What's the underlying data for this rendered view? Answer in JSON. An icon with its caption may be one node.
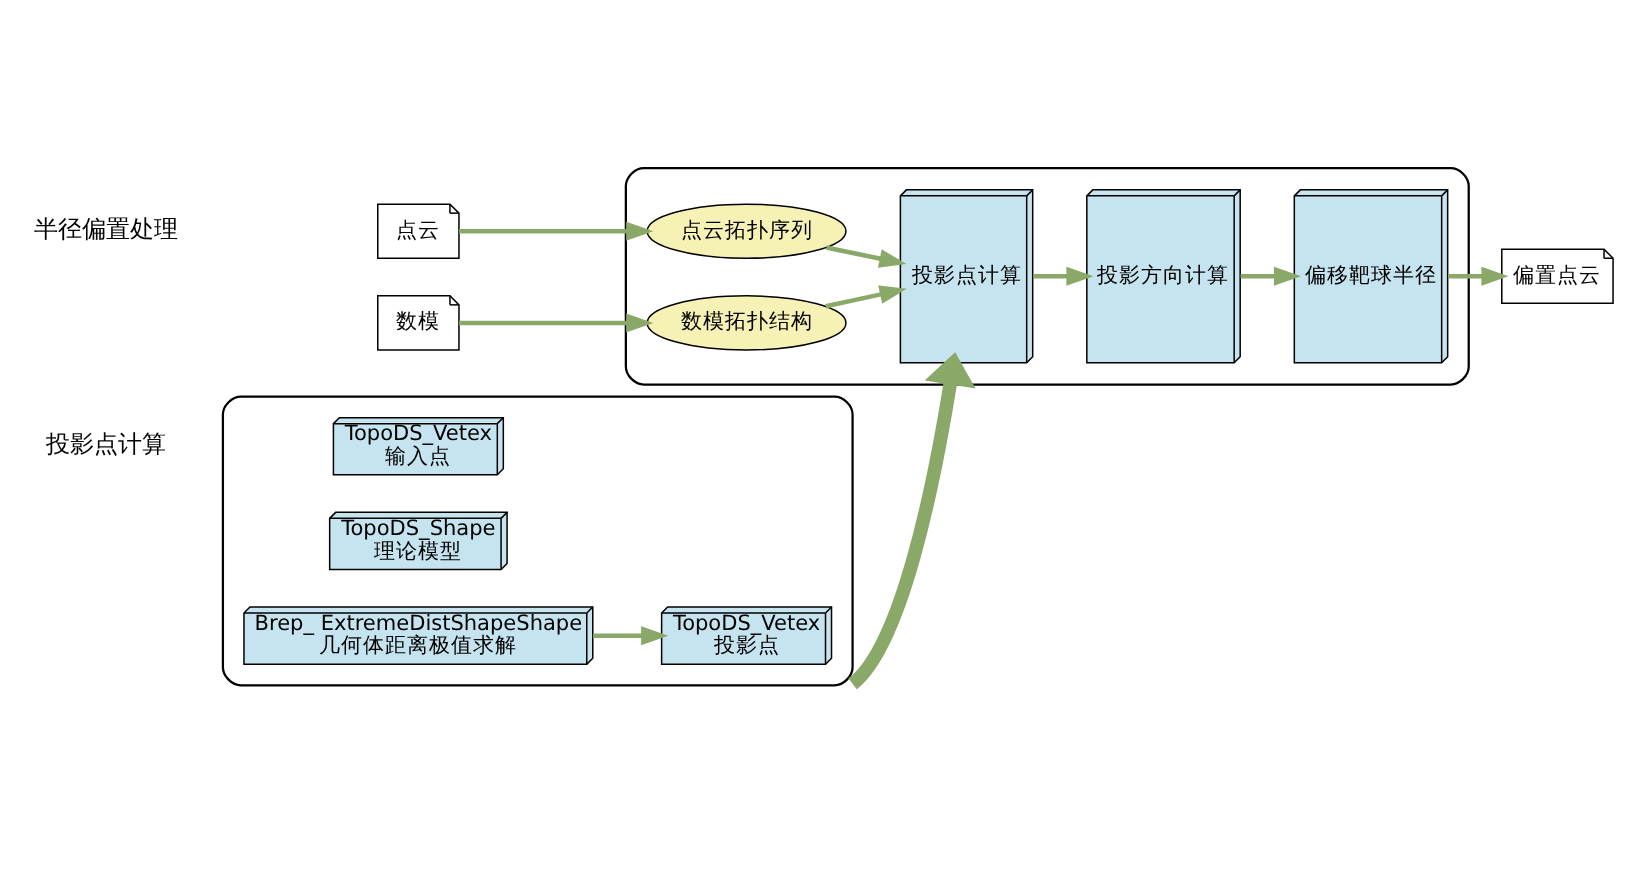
{
  "diagram": {
    "nodes": [
      {
        "text": [],
        "shape": "box"
      },
      {
        "text": [
          "TopoDS_Vetex",
          "输入点"
        ],
        "in": 0
      },
      {
        "text": [
          "TopoDS_Shape",
          "理论模型"
        ],
        "in": 0
      },
      {
        "text": [
          "Brep_ ExtremeDistShapeShape",
          "几何体距离极值求解"
        ],
        "in": 0
      },
      {
        "text": [
          "TopoDS_Vetex",
          "投影点"
        ],
        "in": 0
      },
      {
        "text": [],
        "shape": "box"
      },
      {
        "text": [
          "点云"
        ]
      },
      {
        "text": [
          "数模"
        ]
      },
      {
        "text": [
          "点云拓扑序列"
        ],
        "in": 5
      },
      {
        "text": [
          "数模拓扑结构"
        ],
        "in": 5
      },
      {
        "text": [
          "投影点计算"
        ],
        "in": 5
      },
      {
        "text": [
          "投影方向计算"
        ],
        "in": 5
      },
      {
        "text": [
          "偏移靶球半径"
        ],
        "in": 5
      },
      {
        "text": [
          "偏置点云"
        ]
      }
    ],
    "edges": [
      {
        "from": 3,
        "to": 4,
        "arrow": "to"
      },
      {
        "from": 0,
        "to": 10,
        "arrow": "to",
        "style": "thick"
      },
      {
        "from": 6,
        "to": 8,
        "arrow": "to"
      },
      {
        "from": 7,
        "to": 9,
        "arrow": "to"
      },
      {
        "from": 8,
        "to": 10,
        "arrow": "to"
      },
      {
        "from": 9,
        "to": 10,
        "arrow": "to"
      },
      {
        "from": 10,
        "to": 11,
        "arrow": "to"
      },
      {
        "from": 11,
        "to": 12,
        "arrow": "to"
      },
      {
        "from": 12,
        "to": 13,
        "arrow": "to"
      }
    ],
    "labels": [
      "投影点计算",
      "半径偏置处理"
    ]
  }
}
